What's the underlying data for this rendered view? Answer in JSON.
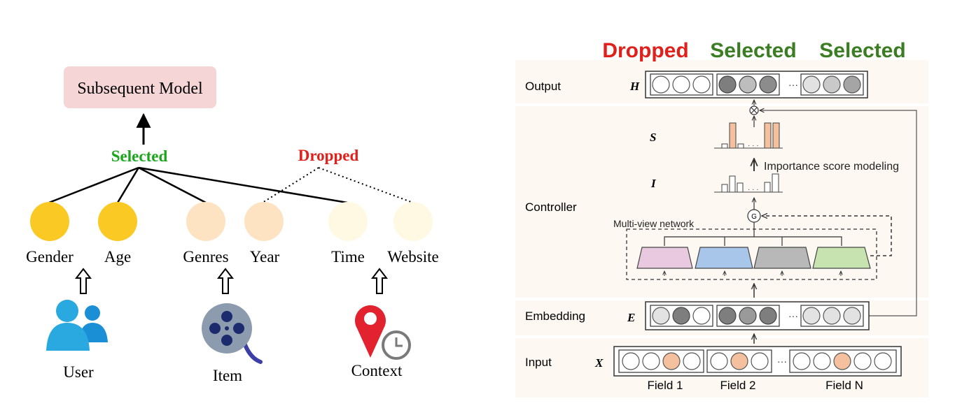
{
  "left": {
    "subsequent_model": "Subsequent Model",
    "selected": "Selected",
    "dropped": "Dropped",
    "features": [
      "Gender",
      "Age",
      "Genres",
      "Year",
      "Time",
      "Website"
    ],
    "sources": [
      "User",
      "Item",
      "Context"
    ],
    "colors": {
      "selected_text": "#1aa51a",
      "dropped_text": "#e0201a",
      "model_box": "#f5d5d6",
      "gold": "#fbc924",
      "peach": "#fde3c2",
      "cream": "#fff8e3"
    }
  },
  "right": {
    "top_labels": [
      "Dropped",
      "Selected",
      "Selected"
    ],
    "top_label_colors": [
      "#e0201a",
      "#3a7d22",
      "#3a7d22"
    ],
    "rows": [
      "Output",
      "Controller",
      "Embedding",
      "Input"
    ],
    "symbols": {
      "H": "H",
      "S": "S",
      "I": "I",
      "E": "E",
      "X": "X"
    },
    "importance_label": "Importance score modeling",
    "multiview_label": "Multi-view network",
    "gate": "G",
    "ellipsis": "···",
    "fields": [
      "Field 1",
      "Field 2",
      "Field N"
    ],
    "colors": {
      "band": "#fdf9f2",
      "bar_fill": "#f4c09e",
      "pink": "#e8c9e0",
      "blue": "#a7c6ea",
      "gray": "#b8b8b8",
      "green": "#c7e3b0"
    }
  }
}
